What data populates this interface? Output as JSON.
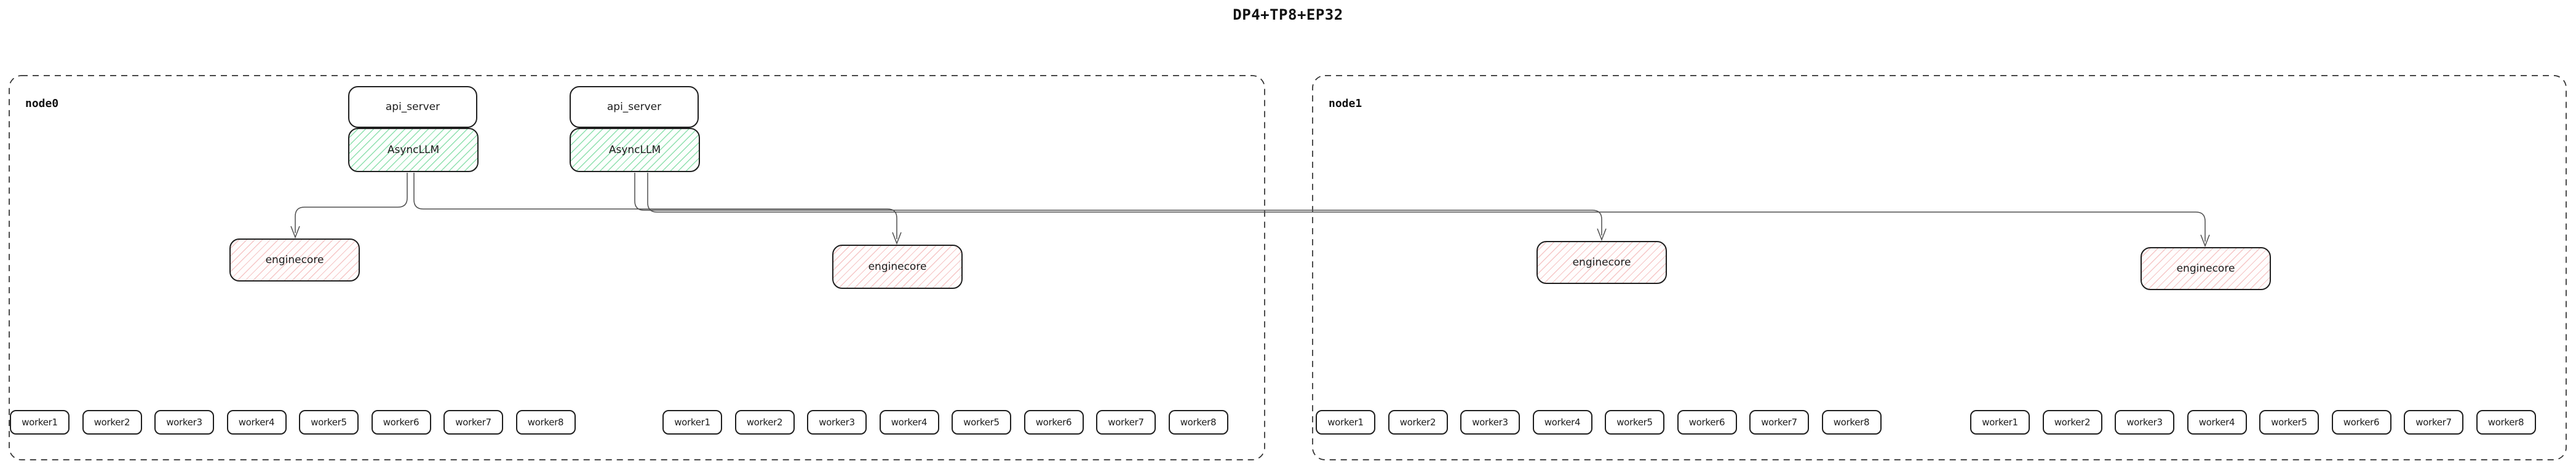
{
  "title": "DP4+TP8+EP32",
  "colors": {
    "box_border": "#1f1f1f",
    "asyncllm_hatch_green": "#7bdba0",
    "enginecore_hatch_red": "#ef9a9a",
    "edge_gray": "#4f4f4f",
    "node_dashed_border": "#2e2e2e",
    "text": "#1c1c1c"
  },
  "nodes": [
    {
      "label": "node0",
      "stacks": [
        {
          "api_server": "api_server",
          "asyncllm": "AsyncLLM"
        },
        {
          "api_server": "api_server",
          "asyncllm": "AsyncLLM"
        }
      ],
      "enginecores": [
        {
          "label": "enginecore"
        },
        {
          "label": "enginecore"
        }
      ],
      "worker_groups": [
        {
          "workers": [
            "worker1",
            "worker2",
            "worker3",
            "worker4",
            "worker5",
            "worker6",
            "worker7",
            "worker8"
          ]
        },
        {
          "workers": [
            "worker1",
            "worker2",
            "worker3",
            "worker4",
            "worker5",
            "worker6",
            "worker7",
            "worker8"
          ]
        }
      ]
    },
    {
      "label": "node1",
      "stacks": [],
      "enginecores": [
        {
          "label": "enginecore"
        },
        {
          "label": "enginecore"
        }
      ],
      "worker_groups": [
        {
          "workers": [
            "worker1",
            "worker2",
            "worker3",
            "worker4",
            "worker5",
            "worker6",
            "worker7",
            "worker8"
          ]
        },
        {
          "workers": [
            "worker1",
            "worker2",
            "worker3",
            "worker4",
            "worker5",
            "worker6",
            "worker7",
            "worker8"
          ]
        }
      ]
    }
  ],
  "edges": [
    {
      "from": "node0.AsyncLLM.1",
      "to": "node0.enginecore.1"
    },
    {
      "from": "node0.AsyncLLM.1",
      "to": "node0.enginecore.2"
    },
    {
      "from": "node0.AsyncLLM.2",
      "to": "node1.enginecore.1"
    },
    {
      "from": "node0.AsyncLLM.2",
      "to": "node1.enginecore.2"
    }
  ]
}
